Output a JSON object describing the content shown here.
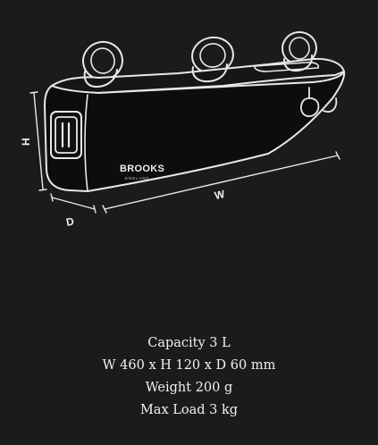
{
  "product": {
    "brand": "BROOKS",
    "brand_sub": "ENGLAND"
  },
  "dimension_labels": {
    "height": "H",
    "width": "W",
    "depth": "D"
  },
  "specs": {
    "capacity": "Capacity 3 L",
    "dimensions": "W 460 x H 120 x D 60 mm",
    "weight": "Weight 200 g",
    "max_load": "Max Load 3 kg"
  },
  "colors": {
    "background": "#1b1b1b",
    "bag_fill": "#0d0d0d",
    "outline": "#e8e8e8",
    "text": "#f2f2f2"
  }
}
